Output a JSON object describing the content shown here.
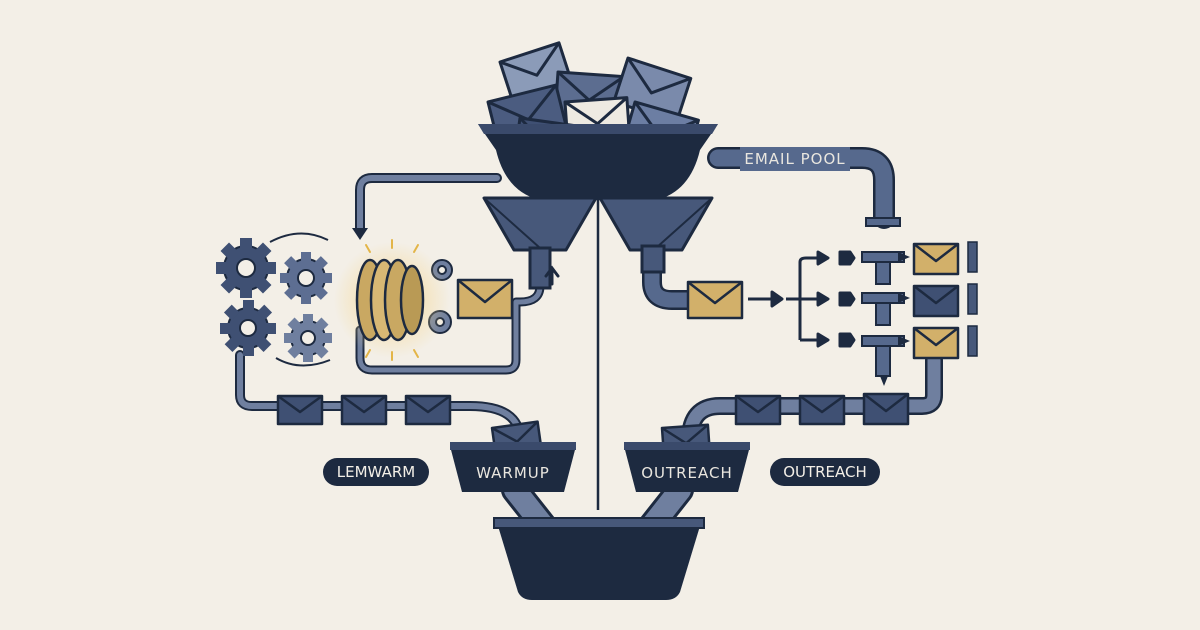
{
  "labels": {
    "email_pool": "EMAIL POOL",
    "lemwarm": "LEMWARM",
    "warmup": "WARMUP",
    "outreach_bin": "OUTREACH",
    "outreach": "OUTREACH"
  },
  "colors": {
    "navy": "#1d2a40",
    "slate": "#47587a",
    "steel": "#6f7f9f",
    "gold": "#c9a862",
    "cream": "#f3efe7"
  },
  "icons": [
    "envelope-icon",
    "gear-icon",
    "funnel-icon",
    "bin-icon",
    "arrow-icon",
    "pipe-icon"
  ]
}
